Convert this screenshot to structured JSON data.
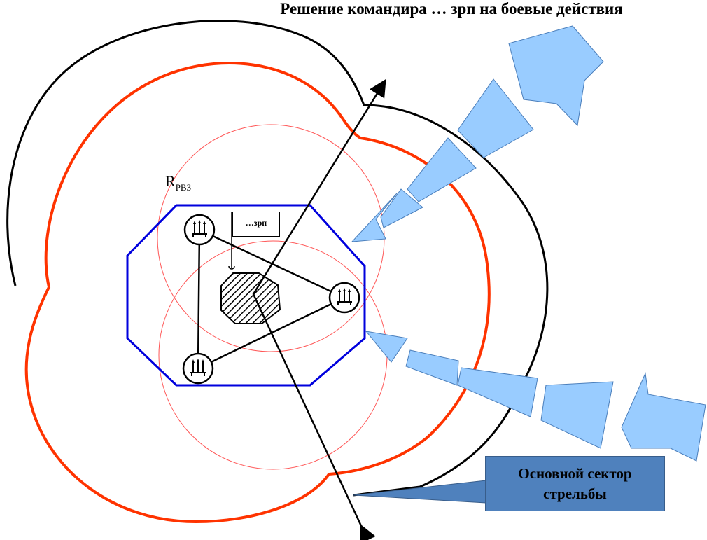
{
  "title": "Решение командира … зрп на боевые действия",
  "radius_label": {
    "main": "R",
    "sub": "РВЗ"
  },
  "unit_label": "…зрп",
  "callout": {
    "text": "Основной сектор стрельбы"
  },
  "colors": {
    "outer_zone": "#000000",
    "inner_zone": "#ff3300",
    "thin_circles": "#ff5555",
    "position_area": "#0000dd",
    "threat_arrows": "#99ccff",
    "threat_arrows_stroke": "#4a7ebb",
    "callout_fill": "#4f81bd"
  },
  "icons": {
    "launcher": "launcher-icon",
    "command_post": "command-post-icon",
    "threat_arrow": "threat-arrow"
  }
}
